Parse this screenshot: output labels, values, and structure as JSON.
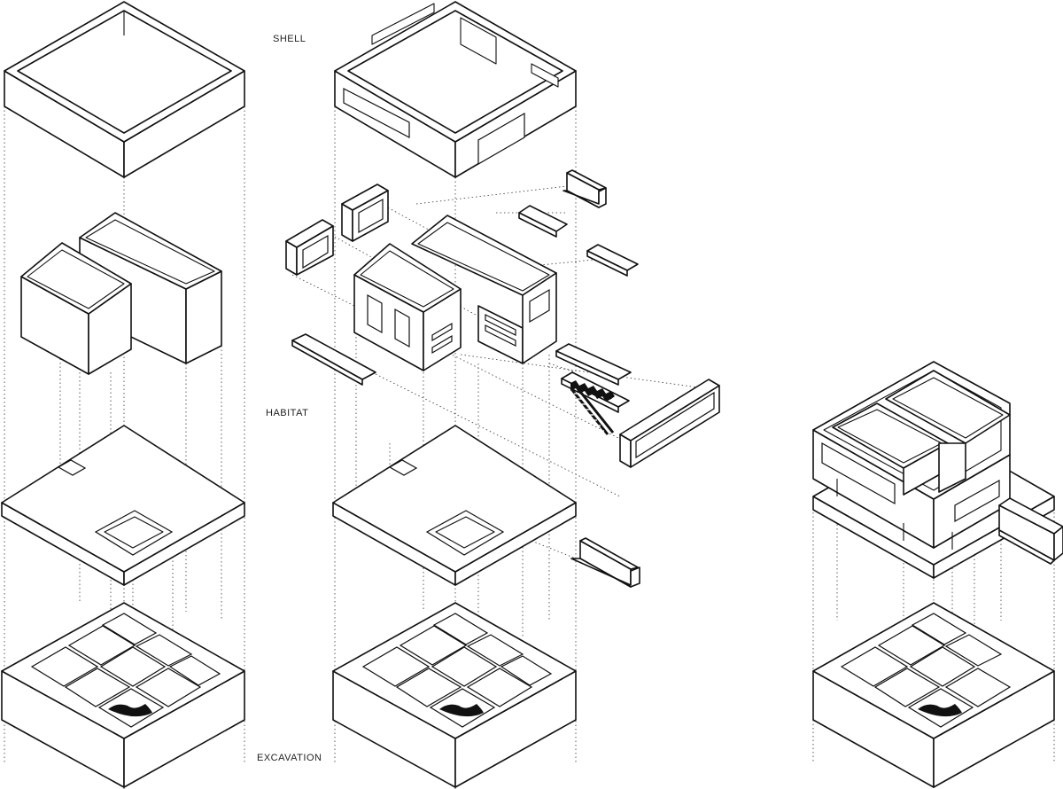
{
  "labels": {
    "shell": "SHELL",
    "habitat": "HABITAT",
    "excavation": "EXCAVATION"
  },
  "colors": {
    "line": "#111111",
    "background": "#ffffff"
  }
}
